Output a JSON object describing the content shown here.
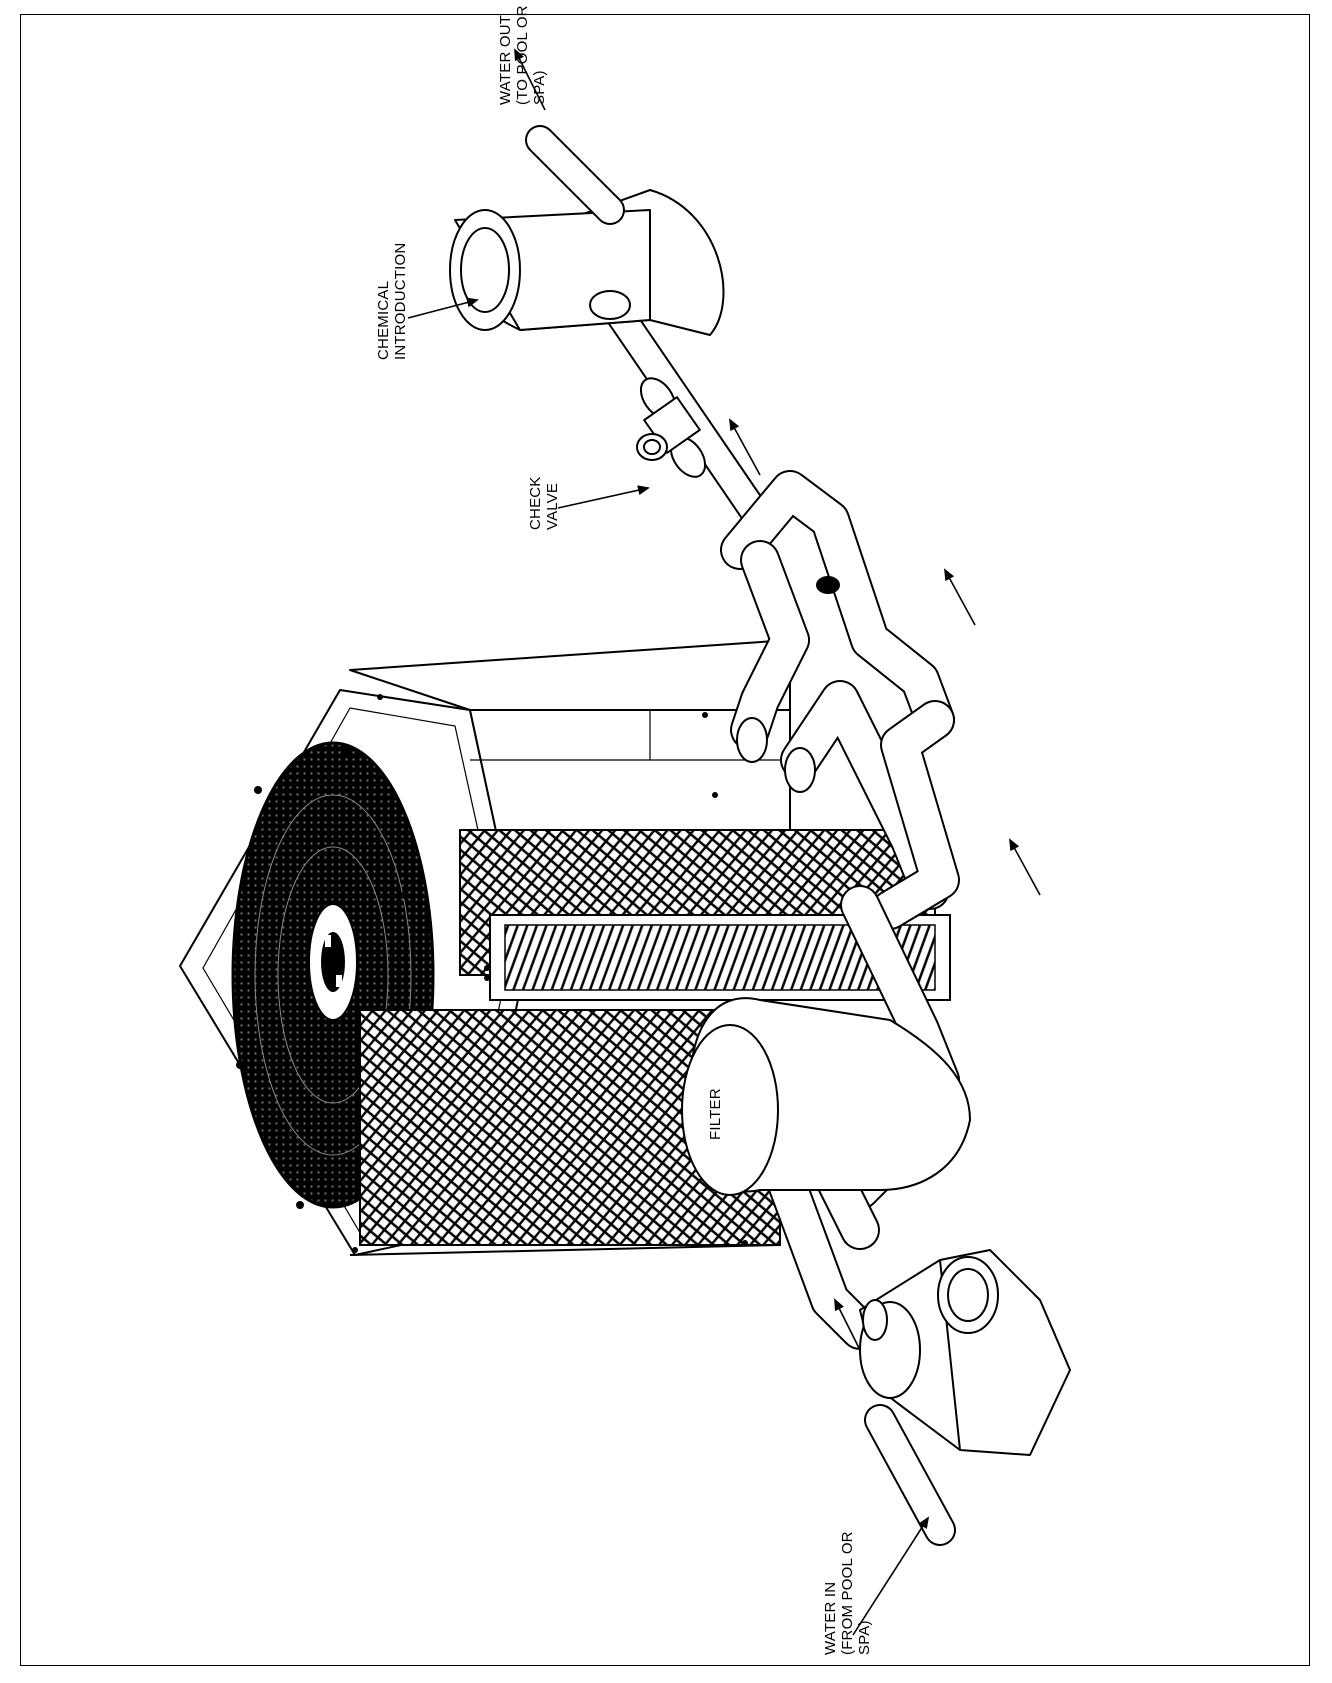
{
  "labels": {
    "water_out": [
      "WATER OUT",
      "(TO POOL OR",
      "SPA)"
    ],
    "chemical": [
      "CHEMICAL",
      "INTRODUCTION"
    ],
    "check_valve": [
      "CHECK",
      "VALVE"
    ],
    "filter": "FILTER",
    "water_in": [
      "WATER IN",
      "(FROM POOL OR",
      "SPA)"
    ]
  },
  "colors": {
    "line": "#000000",
    "background": "#ffffff"
  }
}
